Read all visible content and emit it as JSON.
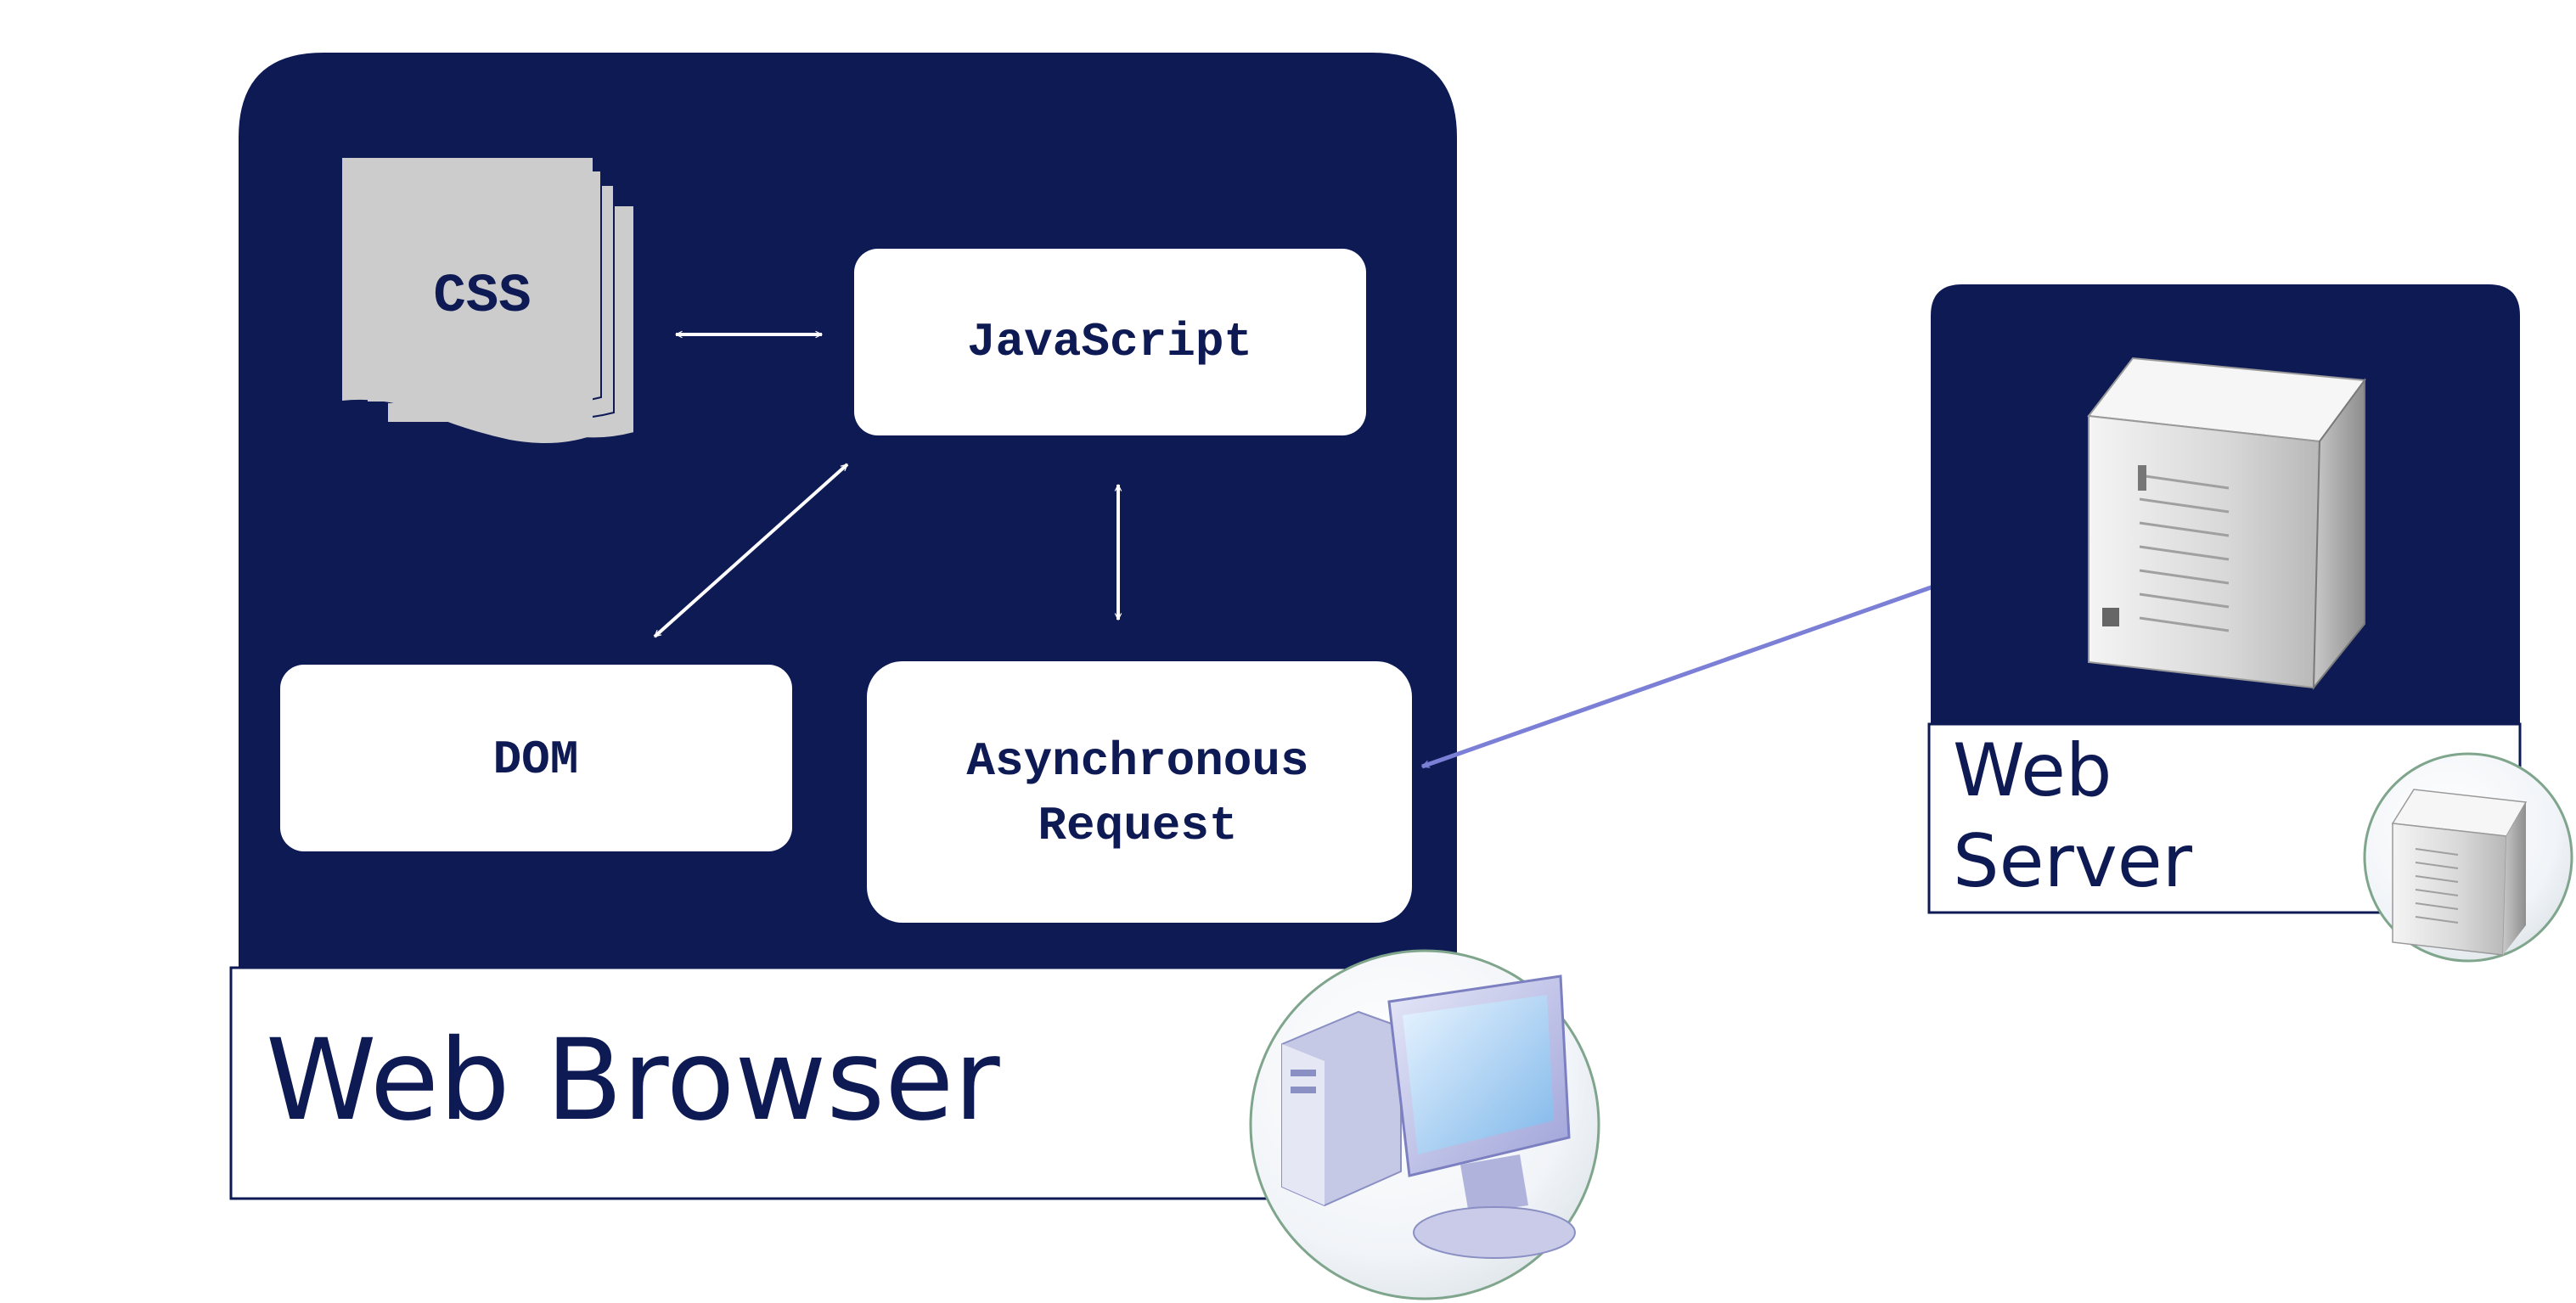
{
  "browser": {
    "label": "Web Browser",
    "css": "CSS",
    "javascript": "JavaScript",
    "dom": "DOM",
    "async_request_line1": "Asynchronous",
    "async_request_line2": "Request"
  },
  "server": {
    "label_line1": "Web",
    "label_line2": "Server"
  },
  "colors": {
    "navy": "#0e1a54",
    "connector": "#7b7fd6",
    "arrow": "#ffffff",
    "doc_gray": "#cccccc"
  },
  "icons": [
    "computer-icon",
    "server-icon",
    "server-badge-icon",
    "css-documents-icon"
  ]
}
